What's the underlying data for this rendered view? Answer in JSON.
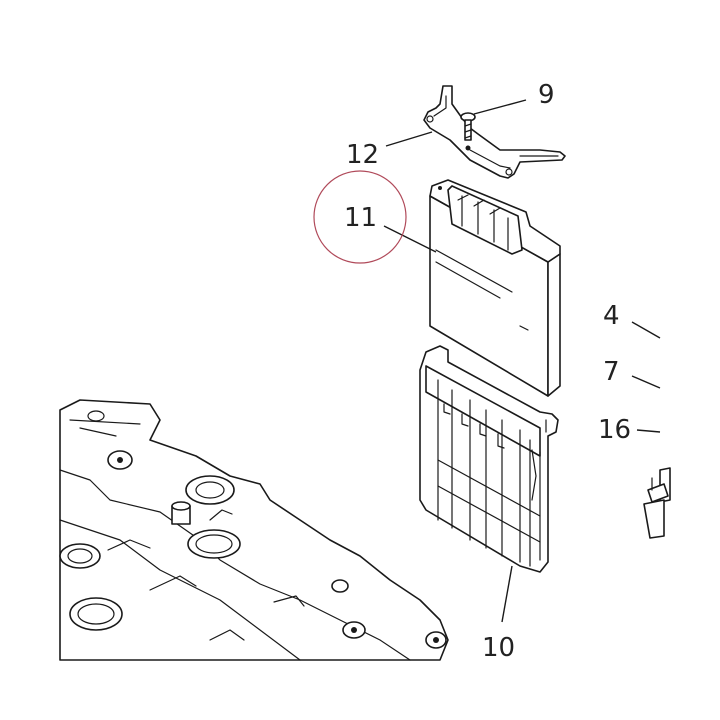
{
  "callouts": {
    "c9": "9",
    "c12": "12",
    "c11": "11",
    "c4": "4",
    "c7": "7",
    "c16": "16",
    "c10": "10"
  },
  "highlight": {
    "part": "11",
    "color": "#b04a5a"
  }
}
